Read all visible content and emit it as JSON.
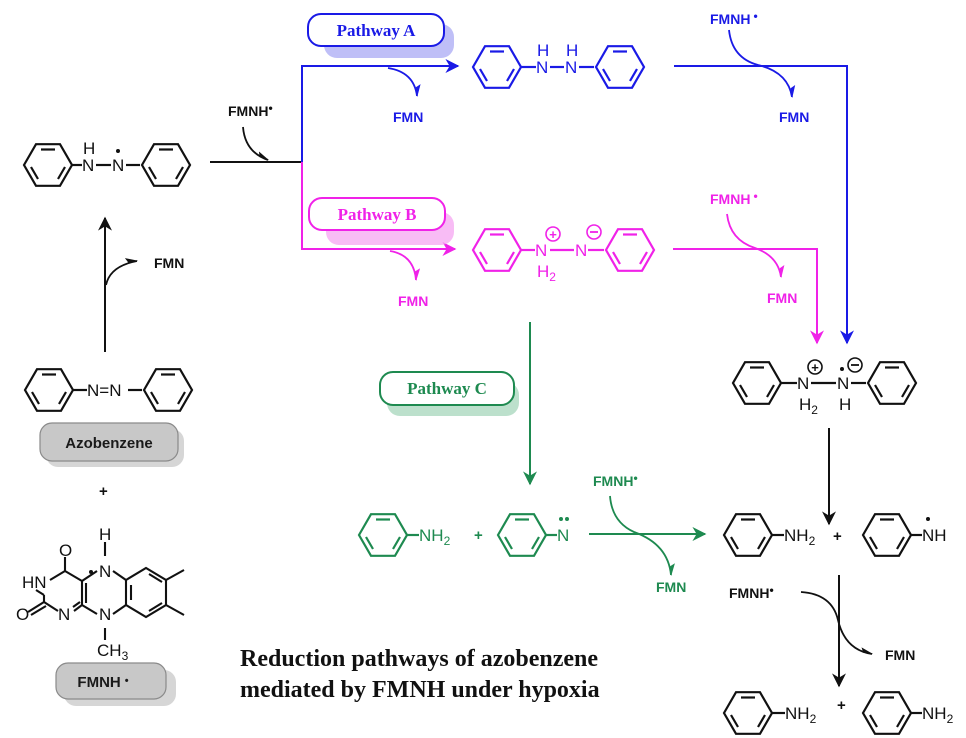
{
  "colors": {
    "black": "#111111",
    "pathway_a": "#1a1ae6",
    "pathway_b": "#f022e8",
    "pathway_c": "#1e8a50",
    "badge_fill": "#c8c8c8",
    "badge_shadow": "#d6d6d6"
  },
  "title": {
    "line1": "Reduction pathways of azobenzene",
    "line2": "mediated by FMNH under hypoxia"
  },
  "badges": {
    "azobenzene": "Azobenzene",
    "fmnh": "FMNH",
    "fmnh_dot": "•"
  },
  "pathways": {
    "a": "Pathway A",
    "b": "Pathway B",
    "c": "Pathway C"
  },
  "reagents": {
    "fmnh_radical": "FMNH",
    "radical_dot": "•",
    "fmn": "FMN",
    "plus": "+"
  },
  "atoms": {
    "N": "N",
    "H": "H",
    "H2": "H",
    "sub2": "2",
    "NH2": "NH",
    "NH": "NH",
    "O": "O",
    "HN": "HN",
    "CH3": "CH",
    "sub3": "3",
    "N_eq_N": "N=N",
    "plus_charge": "+",
    "minus_charge": "−",
    "dot": "•",
    "two_dots": "••"
  }
}
